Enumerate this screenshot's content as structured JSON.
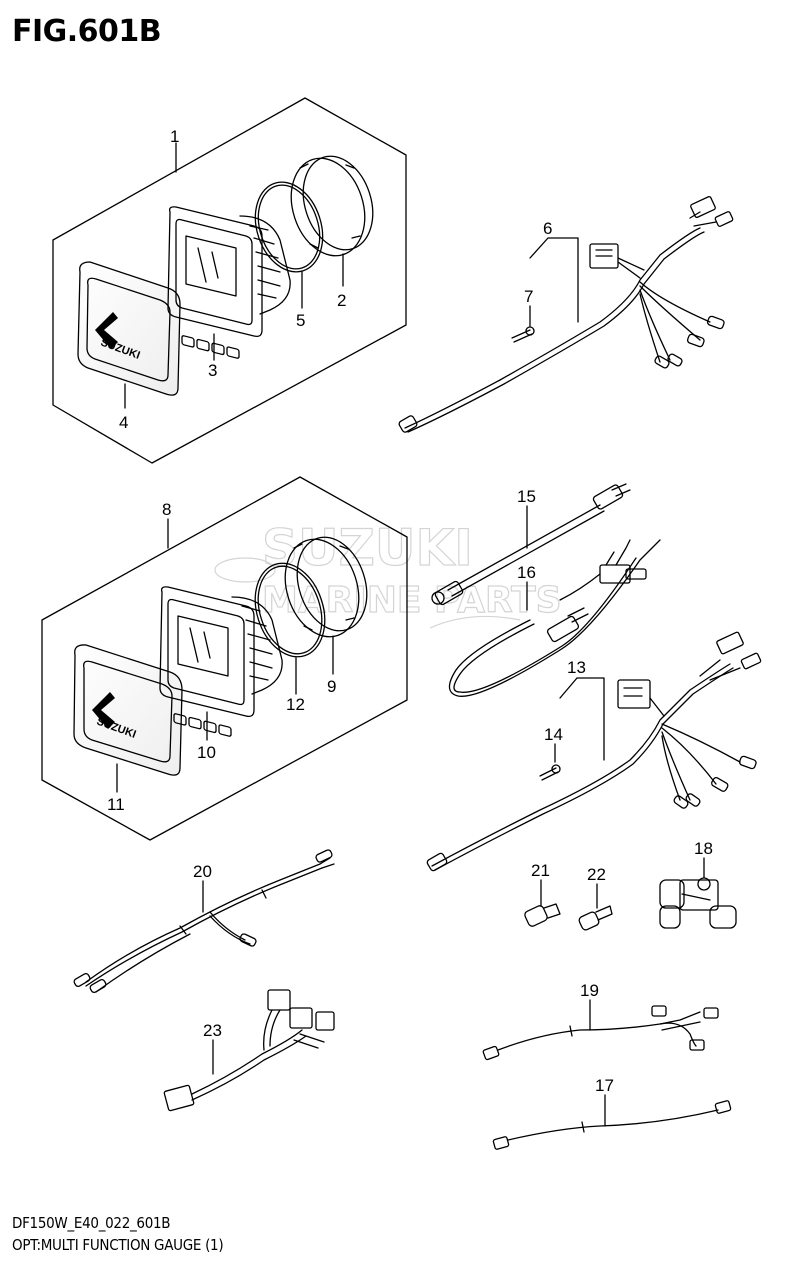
{
  "figure_title": "FIG.601B",
  "footer": {
    "model_code": "DF150W_E40_022_601B",
    "description": "OPT:MULTI FUNCTION GAUGE (1)"
  },
  "watermark": {
    "line1": "SUZUKI",
    "line2": "MARINE PARTS"
  },
  "brand_text": "SUZUKI",
  "callouts": [
    "1",
    "2",
    "3",
    "4",
    "5",
    "6",
    "7",
    "8",
    "9",
    "10",
    "11",
    "12",
    "13",
    "14",
    "15",
    "16",
    "17",
    "18",
    "19",
    "20",
    "21",
    "22",
    "23"
  ]
}
